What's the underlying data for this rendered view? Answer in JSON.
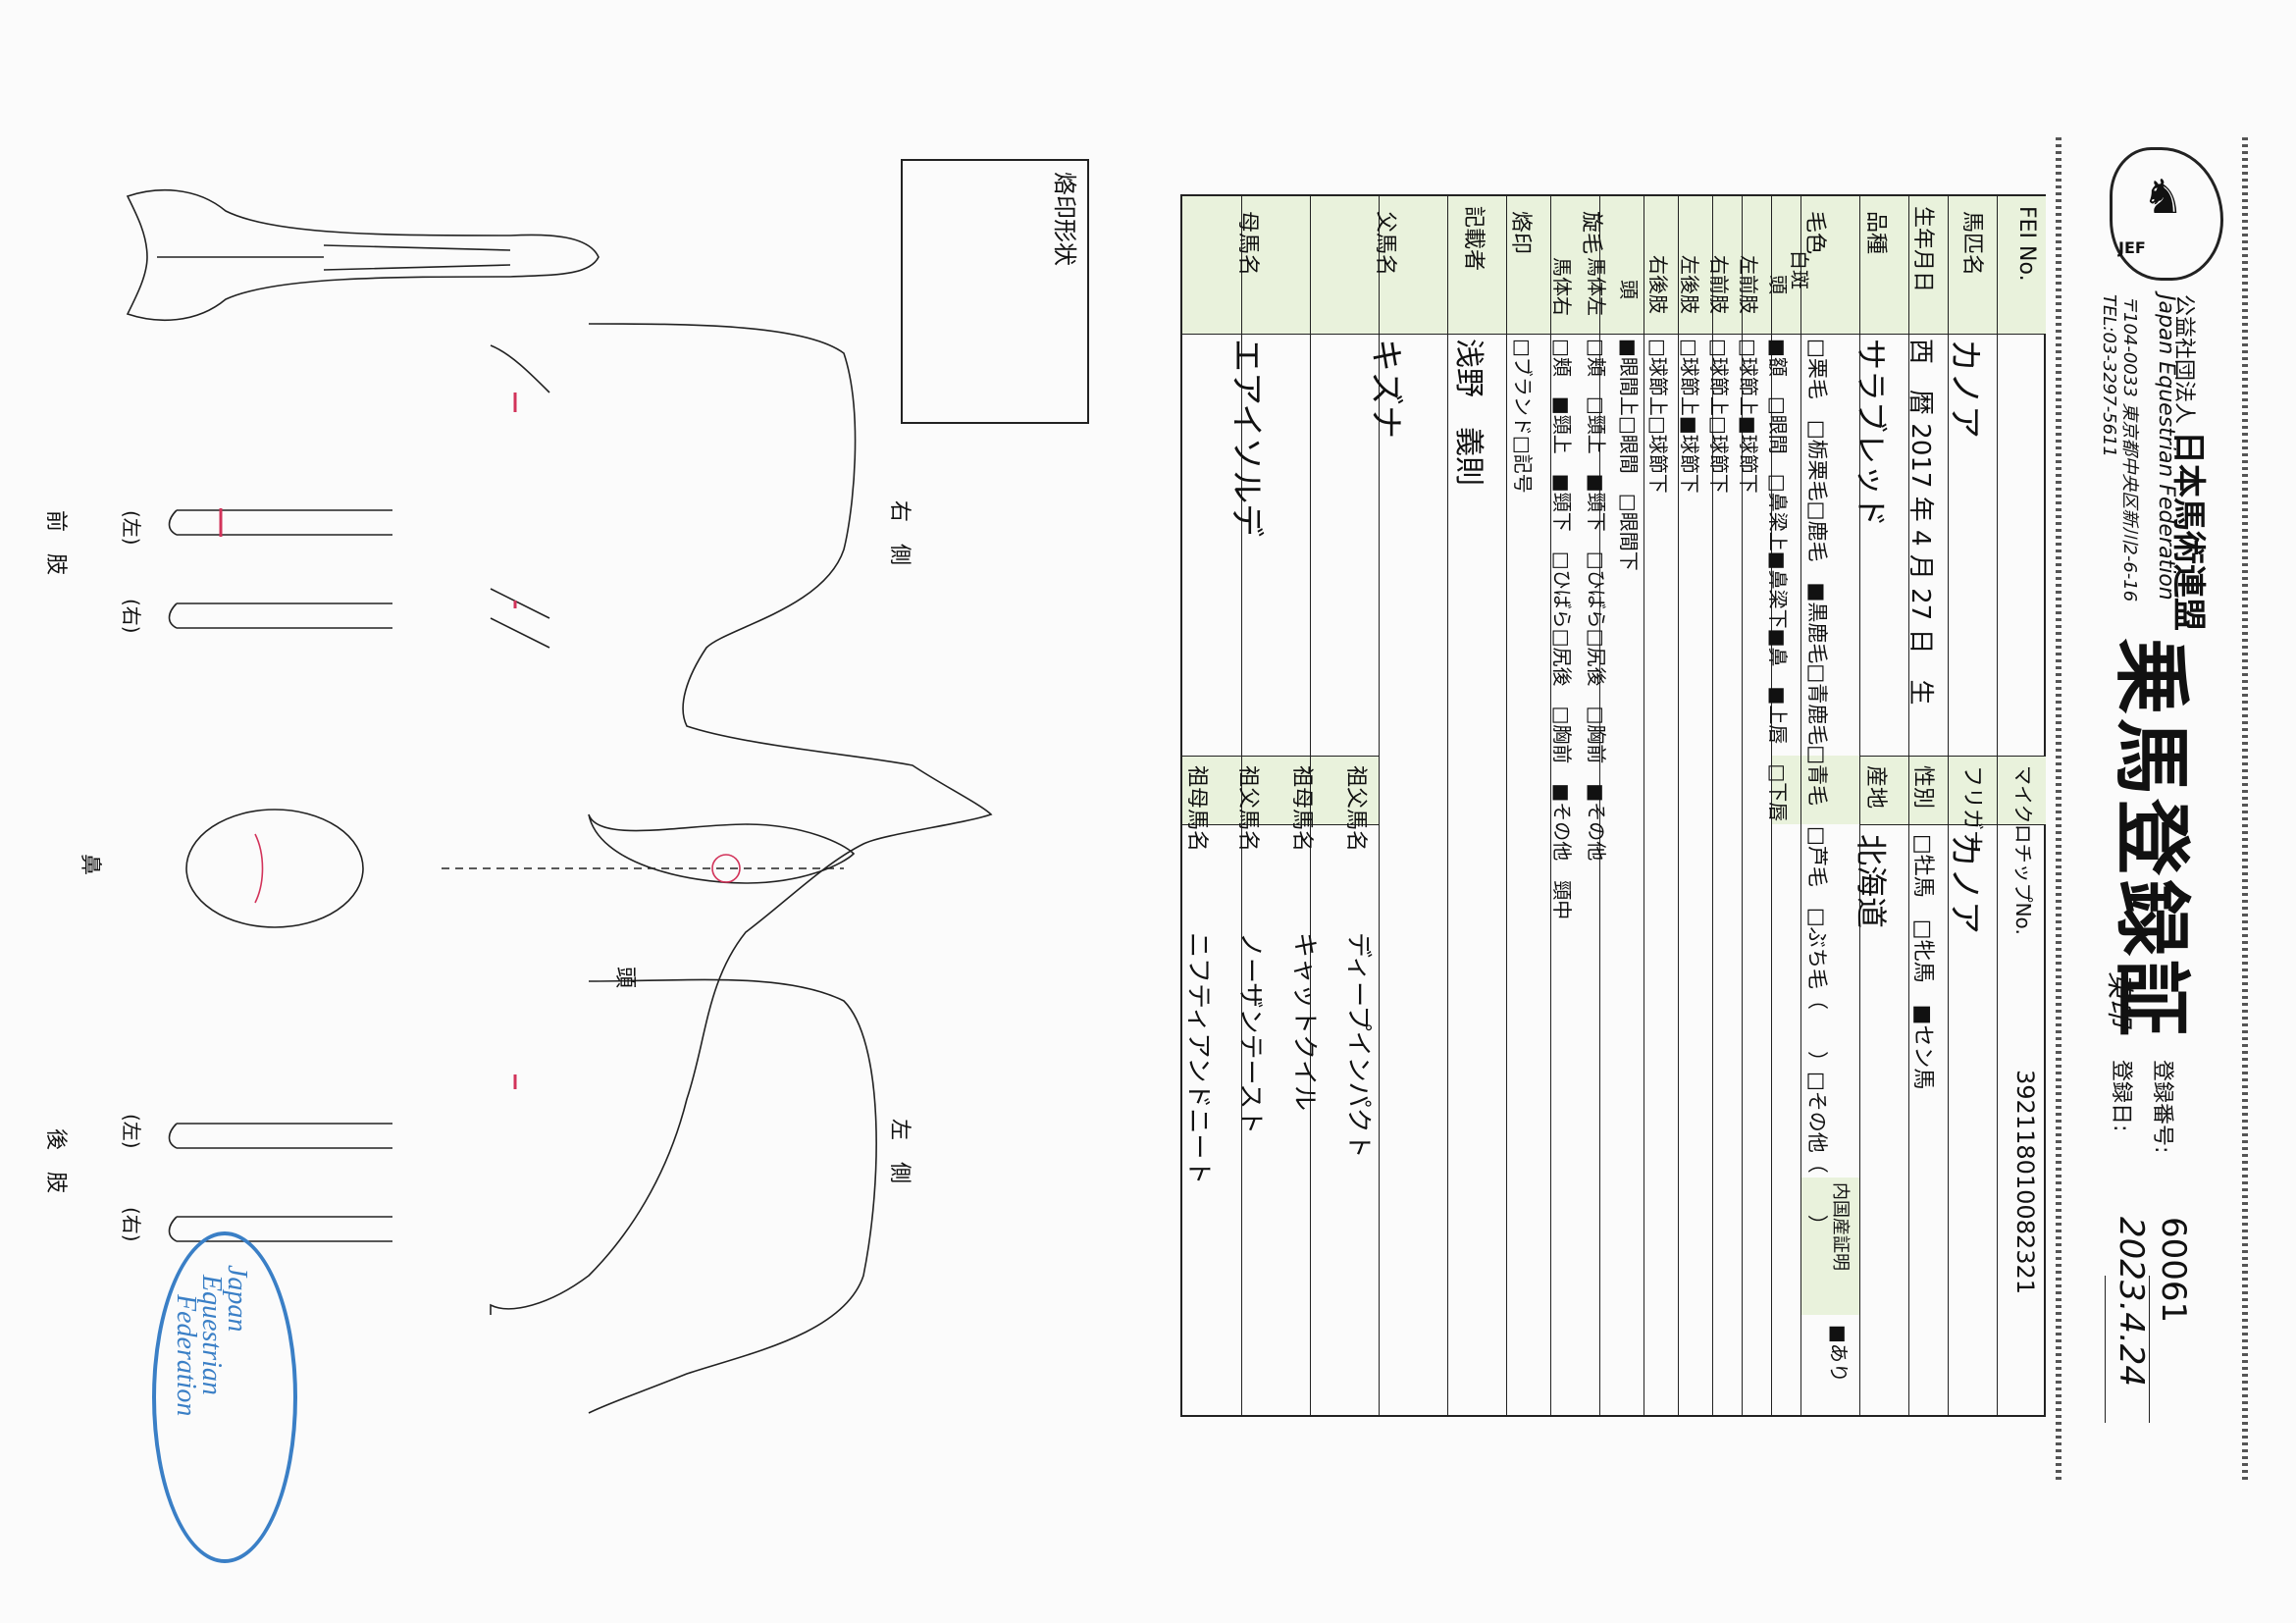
{
  "header": {
    "org_prefix": "公益社団法人",
    "org_name_jp": "日本馬術連盟",
    "org_name_en": "Japan Equestrian Federation",
    "address": "〒104-0033 東京都中央区新川2-6-16",
    "tel": "TEL:03-3297-5611",
    "logo_text": "JEF",
    "doc_title": "乗馬登録証",
    "reg_number_label": "登録番号:",
    "reg_number": "60061",
    "reg_date_label": "登録日:",
    "reg_date": "2023.4.24",
    "issuer_mark": "東印"
  },
  "form": {
    "fei_label": "FEI No.",
    "microchip_label": "マイクロチップNo.",
    "microchip": "392118010082321",
    "horse_name_label": "馬匹名",
    "horse_name": "カノア",
    "furigana_label": "フリガナ",
    "furigana": "カノア",
    "birth_label": "生年月日",
    "birth_era": "西　暦",
    "birth_year": "2017",
    "birth_year_unit": "年",
    "birth_month": "4",
    "birth_month_unit": "月",
    "birth_day": "27",
    "birth_day_unit": "日　生",
    "sex_label": "性別",
    "sex_options": "□牡馬　□牝馬　■セン馬",
    "breed_label": "品種",
    "breed": "サラブレッド",
    "origin_label": "産地",
    "origin": "北海道",
    "domestic_cert_label": "内国産証明",
    "domestic_cert": "■あり",
    "coat_label": "毛色",
    "coat_options_1": "□栗毛　□栃栗毛□鹿毛　■黒鹿毛□青鹿毛□青毛　□芦毛　□ぶち毛（　　）□その他（　　）",
    "white_label": "白斑",
    "head_label": "頭",
    "head_marks": "■額　□眼間　□鼻梁上■鼻梁下■鼻　■上唇　□下唇",
    "lf_label": "左前肢",
    "lf_marks": "□球節上■球節下",
    "rf_label": "右前肢",
    "rf_marks": "□球節上□球節下",
    "lh_label": "左後肢",
    "lh_marks": "□球節上■球節下",
    "rh_label": "右後肢",
    "rh_marks": "□球節上□球節下",
    "whorl_label": "旋毛",
    "whorl_head_label": "頭",
    "whorl_head": "■眼間上□眼間　□眼間下",
    "whorl_left_label": "馬体左",
    "whorl_left": "□頬　□頸上　■頸下　□ひばら□尻後　□胸前　■その他",
    "whorl_right_label": "馬体右",
    "whorl_right": "□頬　■頸上　■頸下　□ひばら□尻後　□胸前　■その他　頸中",
    "brand_label": "烙印",
    "brand": "□ブランド□記号",
    "recorder_label": "記載者",
    "recorder": "浅野　義則",
    "sire_label": "父馬名",
    "sire": "キズナ",
    "dam_label": "母馬名",
    "dam": "エアイソルデ",
    "gs1_label": "祖父馬名",
    "gs1": "ディープインパクト",
    "gd1_label": "祖母馬名",
    "gd1": "キャットクイル",
    "gs2_label": "祖父馬名",
    "gs2": "ノーザンテースト",
    "gd2_label": "祖母馬名",
    "gd2": "ニフティアンドニート"
  },
  "diagram": {
    "brand_shape_label": "烙印形状",
    "right_side": "右　側",
    "left_side": "左　側",
    "head": "頭",
    "nose": "鼻",
    "forelimbs": "前　肢",
    "hindlimbs": "後　肢",
    "leg_left": "(左)",
    "leg_right": "(右)"
  },
  "stamp": {
    "line1": "Japan",
    "line2": "Equestrian",
    "line3": "Federation"
  },
  "colors": {
    "label_bg": "#e9f2dc",
    "marking_red": "#d2335a",
    "stamp_blue": "#3a7fc6"
  }
}
